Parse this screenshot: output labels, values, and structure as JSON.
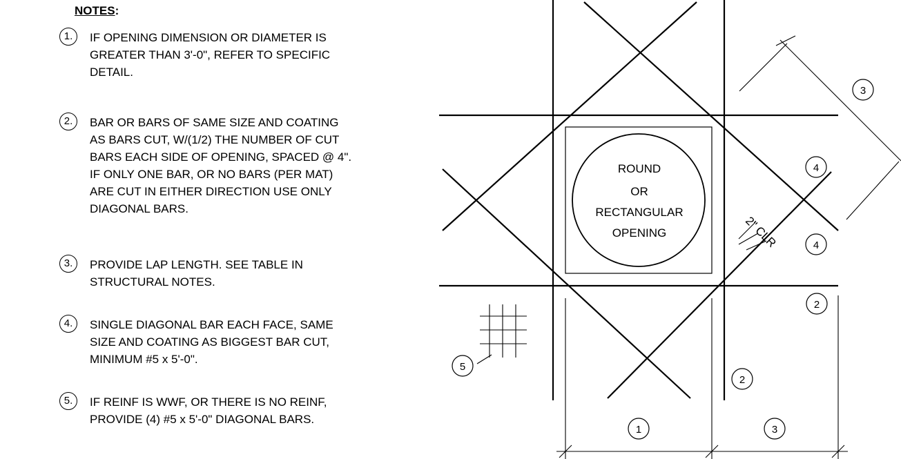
{
  "notes": {
    "heading": "NOTES",
    "heading_suffix": ":",
    "items": [
      {
        "num": "1.",
        "lines": [
          "IF OPENING DIMENSION OR DIAMETER IS",
          "GREATER THAN 3'-0\", REFER TO SPECIFIC",
          "DETAIL."
        ]
      },
      {
        "num": "2.",
        "lines": [
          "BAR OR BARS OF SAME SIZE AND COATING",
          "AS BARS CUT, W/(1/2) THE NUMBER OF CUT",
          "BARS EACH SIDE OF OPENING, SPACED @ 4\".",
          "IF ONLY ONE BAR, OR NO BARS (PER MAT)",
          "ARE CUT IN EITHER DIRECTION USE ONLY",
          "DIAGONAL BARS."
        ]
      },
      {
        "num": "3.",
        "lines": [
          "PROVIDE LAP LENGTH. SEE TABLE IN",
          "STRUCTURAL NOTES."
        ]
      },
      {
        "num": "4.",
        "lines": [
          "SINGLE DIAGONAL BAR EACH FACE, SAME",
          "SIZE AND COATING AS BIGGEST BAR CUT,",
          "MINIMUM #5 x 5'-0\"."
        ]
      },
      {
        "num": "5.",
        "lines": [
          "IF REINF IS WWF, OR THERE IS NO REINF,",
          "PROVIDE (4) #5 x 5'-0\" DIAGONAL BARS."
        ]
      }
    ]
  },
  "detail": {
    "opening_label": [
      "ROUND",
      "OR",
      "RECTANGULAR",
      "OPENING"
    ],
    "clearance_label": "2\" CLR",
    "callouts": {
      "lap_top_right": "3",
      "diag_upper": "4",
      "diag_lower": "4",
      "bar_right": "2",
      "bar_bottom": "2",
      "wwf": "5",
      "dim_opening": "1",
      "dim_lap": "3"
    }
  }
}
